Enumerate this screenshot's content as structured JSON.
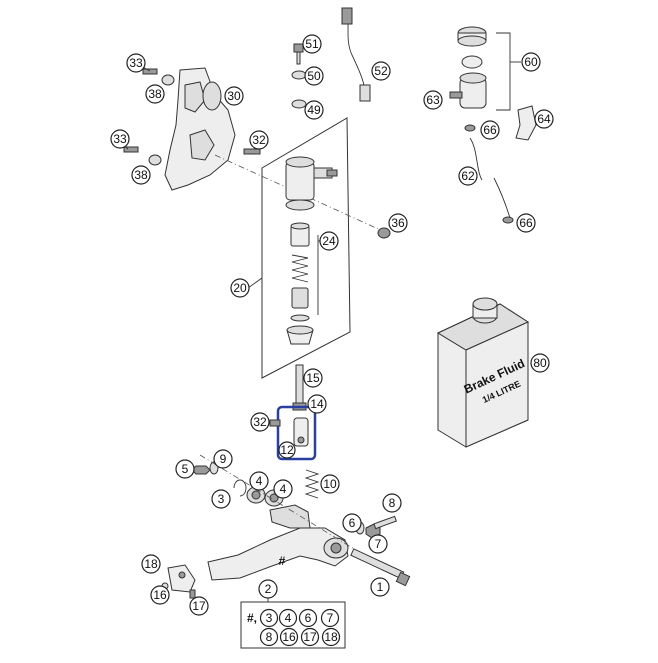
{
  "callouts": {
    "c1": "1",
    "c2": "2",
    "c3": "3",
    "c4a": "4",
    "c4b": "4",
    "c5": "5",
    "c6": "6",
    "c7": "7",
    "c8": "8",
    "c9": "9",
    "c10": "10",
    "c12": "12",
    "c14": "14",
    "c15": "15",
    "c16": "16",
    "c17": "17",
    "c18": "18",
    "c20": "20",
    "c24": "24",
    "c30": "30",
    "c32a": "32",
    "c32b": "32",
    "c33a": "33",
    "c33b": "33",
    "c36": "36",
    "c38a": "38",
    "c38b": "38",
    "c49": "49",
    "c50": "50",
    "c51": "51",
    "c52": "52",
    "c60": "60",
    "c62": "62",
    "c63": "63",
    "c64": "64",
    "c66a": "66",
    "c66b": "66",
    "c80": "80"
  },
  "pedal_hash": "#",
  "kit_box": {
    "hash": "#,",
    "row1": [
      "3",
      "4",
      "6",
      "7"
    ],
    "row2": [
      "8",
      "16",
      "17",
      "18"
    ]
  },
  "bottle_label": {
    "line1": "Brake Fluid",
    "line2": "1/4 LITRE"
  },
  "colors": {
    "highlight": "#2b3fa0",
    "line": "#333333",
    "part_fill": "#dedede"
  }
}
